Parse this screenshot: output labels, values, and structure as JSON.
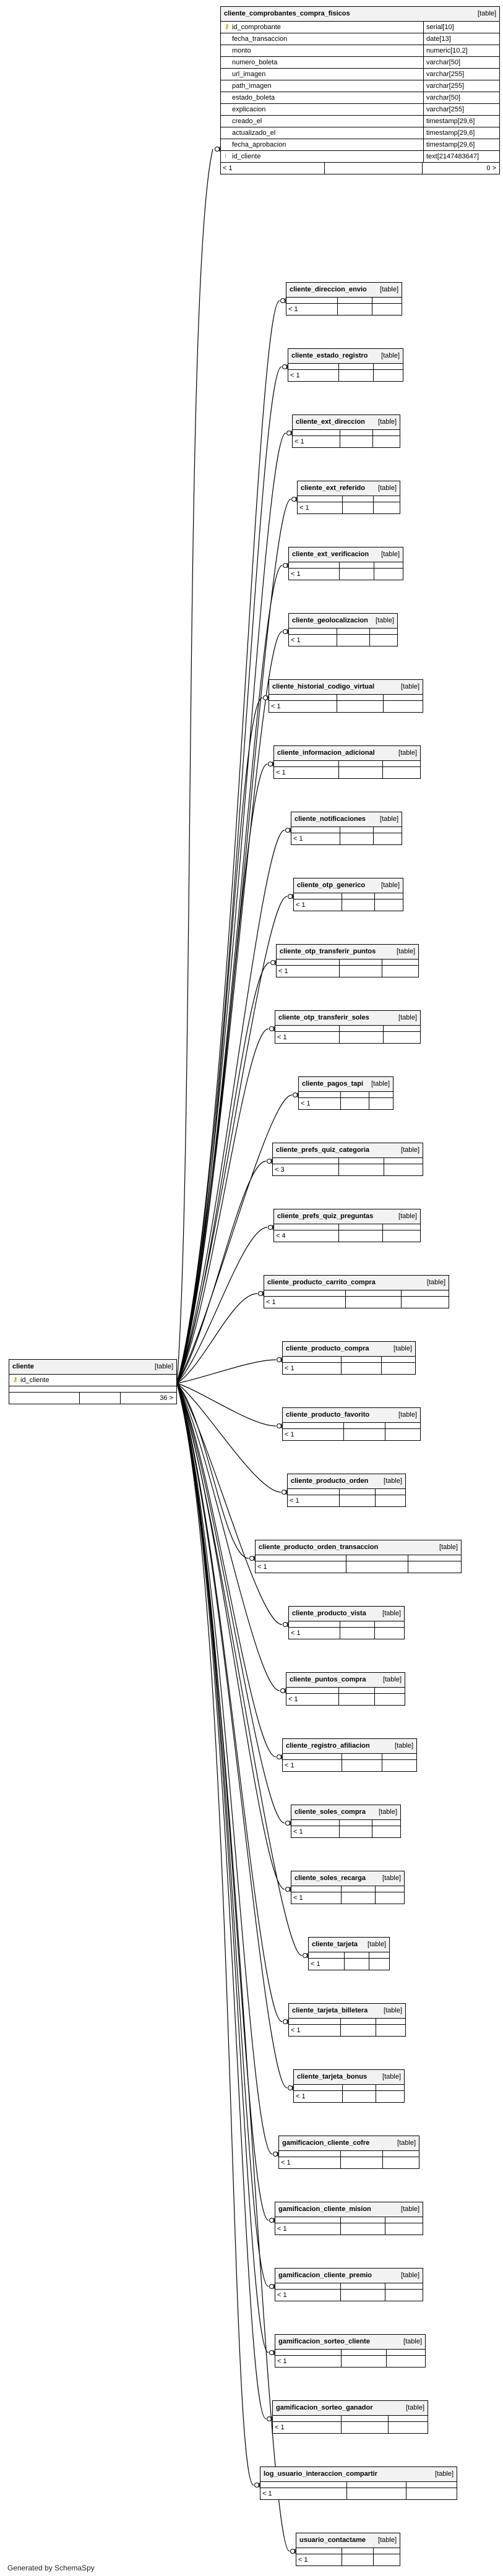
{
  "parent_table": {
    "name": "cliente",
    "tag": "[table]",
    "columns": [
      {
        "name": "id_cliente",
        "pk": true
      }
    ],
    "footer_left": "",
    "footer_right": "36 >"
  },
  "top_table": {
    "name": "cliente_comprobantes_compra_fisicos",
    "tag": "[table]",
    "columns": [
      {
        "name": "id_comprobante",
        "type": "serial[10]",
        "pk": true,
        "fk": false
      },
      {
        "name": "fecha_transaccion",
        "type": "date[13]",
        "pk": false,
        "fk": false
      },
      {
        "name": "monto",
        "type": "numeric[10,2]",
        "pk": false,
        "fk": false
      },
      {
        "name": "numero_boleta",
        "type": "varchar[50]",
        "pk": false,
        "fk": false
      },
      {
        "name": "url_imagen",
        "type": "varchar[255]",
        "pk": false,
        "fk": false
      },
      {
        "name": "path_imagen",
        "type": "varchar[255]",
        "pk": false,
        "fk": false
      },
      {
        "name": "estado_boleta",
        "type": "varchar[50]",
        "pk": false,
        "fk": false
      },
      {
        "name": "explicacion",
        "type": "varchar[255]",
        "pk": false,
        "fk": false
      },
      {
        "name": "creado_el",
        "type": "timestamp[29,6]",
        "pk": false,
        "fk": false
      },
      {
        "name": "actualizado_el",
        "type": "timestamp[29,6]",
        "pk": false,
        "fk": false
      },
      {
        "name": "fecha_aprobacion",
        "type": "timestamp[29,6]",
        "pk": false,
        "fk": false
      },
      {
        "name": "id_cliente",
        "type": "text[2147483647]",
        "pk": false,
        "fk": true
      }
    ],
    "footer_left": "< 1",
    "footer_right": "0 >"
  },
  "child_tables": [
    {
      "name": "cliente_direccion_envio",
      "tag": "[table]",
      "footer": "< 1"
    },
    {
      "name": "cliente_estado_registro",
      "tag": "[table]",
      "footer": "< 1"
    },
    {
      "name": "cliente_ext_direccion",
      "tag": "[table]",
      "footer": "< 1"
    },
    {
      "name": "cliente_ext_referido",
      "tag": "[table]",
      "footer": "< 1"
    },
    {
      "name": "cliente_ext_verificacion",
      "tag": "[table]",
      "footer": "< 1"
    },
    {
      "name": "cliente_geolocalizacion",
      "tag": "[table]",
      "footer": "< 1"
    },
    {
      "name": "cliente_historial_codigo_virtual",
      "tag": "[table]",
      "footer": "< 1"
    },
    {
      "name": "cliente_informacion_adicional",
      "tag": "[table]",
      "footer": "< 1"
    },
    {
      "name": "cliente_notificaciones",
      "tag": "[table]",
      "footer": "< 1"
    },
    {
      "name": "cliente_otp_generico",
      "tag": "[table]",
      "footer": "< 1"
    },
    {
      "name": "cliente_otp_transferir_puntos",
      "tag": "[table]",
      "footer": "< 1"
    },
    {
      "name": "cliente_otp_transferir_soles",
      "tag": "[table]",
      "footer": "< 1"
    },
    {
      "name": "cliente_pagos_tapi",
      "tag": "[table]",
      "footer": "< 1"
    },
    {
      "name": "cliente_prefs_quiz_categoria",
      "tag": "[table]",
      "footer": "< 3"
    },
    {
      "name": "cliente_prefs_quiz_preguntas",
      "tag": "[table]",
      "footer": "< 4"
    },
    {
      "name": "cliente_producto_carrito_compra",
      "tag": "[table]",
      "footer": "< 1"
    },
    {
      "name": "cliente_producto_compra",
      "tag": "[table]",
      "footer": "< 1"
    },
    {
      "name": "cliente_producto_favorito",
      "tag": "[table]",
      "footer": "< 1"
    },
    {
      "name": "cliente_producto_orden",
      "tag": "[table]",
      "footer": "< 1"
    },
    {
      "name": "cliente_producto_orden_transaccion",
      "tag": "[table]",
      "footer": "< 1"
    },
    {
      "name": "cliente_producto_vista",
      "tag": "[table]",
      "footer": "< 1"
    },
    {
      "name": "cliente_puntos_compra",
      "tag": "[table]",
      "footer": "< 1"
    },
    {
      "name": "cliente_registro_afiliacion",
      "tag": "[table]",
      "footer": "< 1"
    },
    {
      "name": "cliente_soles_compra",
      "tag": "[table]",
      "footer": "< 1"
    },
    {
      "name": "cliente_soles_recarga",
      "tag": "[table]",
      "footer": "< 1"
    },
    {
      "name": "cliente_tarjeta",
      "tag": "[table]",
      "footer": "< 1"
    },
    {
      "name": "cliente_tarjeta_billetera",
      "tag": "[table]",
      "footer": "< 1"
    },
    {
      "name": "cliente_tarjeta_bonus",
      "tag": "[table]",
      "footer": "< 1"
    },
    {
      "name": "gamificacion_cliente_cofre",
      "tag": "[table]",
      "footer": "< 1"
    },
    {
      "name": "gamificacion_cliente_mision",
      "tag": "[table]",
      "footer": "< 1"
    },
    {
      "name": "gamificacion_cliente_premio",
      "tag": "[table]",
      "footer": "< 1"
    },
    {
      "name": "gamificacion_sorteo_cliente",
      "tag": "[table]",
      "footer": "< 1"
    },
    {
      "name": "gamificacion_sorteo_ganador",
      "tag": "[table]",
      "footer": "< 1"
    },
    {
      "name": "log_usuario_interaccion_compartir",
      "tag": "[table]",
      "footer": "< 1"
    },
    {
      "name": "usuario_contactame",
      "tag": "[table]",
      "footer": "< 1"
    }
  ],
  "generated_by": "Generated by SchemaSpy",
  "colors": {
    "line": "#000000",
    "header": "#f2f2f2",
    "pk_icon": "#c9a400"
  }
}
